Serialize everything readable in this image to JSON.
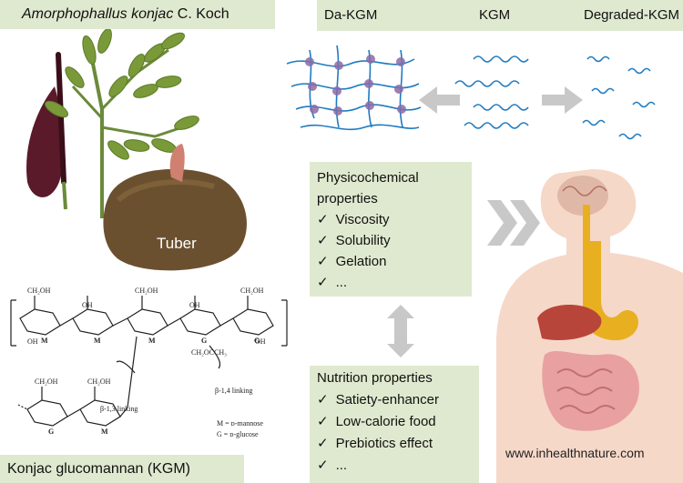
{
  "plant": {
    "name_italic": "Amorphophallus konjac",
    "name_author": "C. Koch",
    "tuber_label": "Tuber"
  },
  "forms": {
    "left": "Da-KGM",
    "center": "KGM",
    "right": "Degraded-KGM"
  },
  "physicochemical": {
    "title_line1": "Physicochemical",
    "title_line2": "properties",
    "items": [
      "Viscosity",
      "Solubility",
      "Gelation",
      "..."
    ]
  },
  "nutrition": {
    "title": "Nutrition properties",
    "items": [
      "Satiety-enhancer",
      "Low-calorie food",
      "Prebiotics effect",
      "..."
    ]
  },
  "structure": {
    "caption": "Konjac glucomannan (KGM)",
    "beta13": "β-1,3 linking",
    "beta14": "β-1,4 linking",
    "legend_m": "M = ᴅ-mannose",
    "legend_g": "G = ᴅ-glucose",
    "ring_labels": [
      "M",
      "M",
      "M",
      "G",
      "G"
    ],
    "ring_labels_lower": [
      "G",
      "M"
    ],
    "ch2oh": "CH₂OH",
    "oh": "OH",
    "acetyl": "CH₂OCCH₃"
  },
  "website": "www.inhealthnature.com",
  "colors": {
    "box_fill": "#dfe9cf",
    "fiber": "#1f7bc0",
    "node": "#8a6ba8",
    "arrow": "#c8c8c8",
    "liver": "#b8453a",
    "stomach": "#e8b020",
    "intestine": "#e8a0a0",
    "body": "#f6d8c8"
  }
}
